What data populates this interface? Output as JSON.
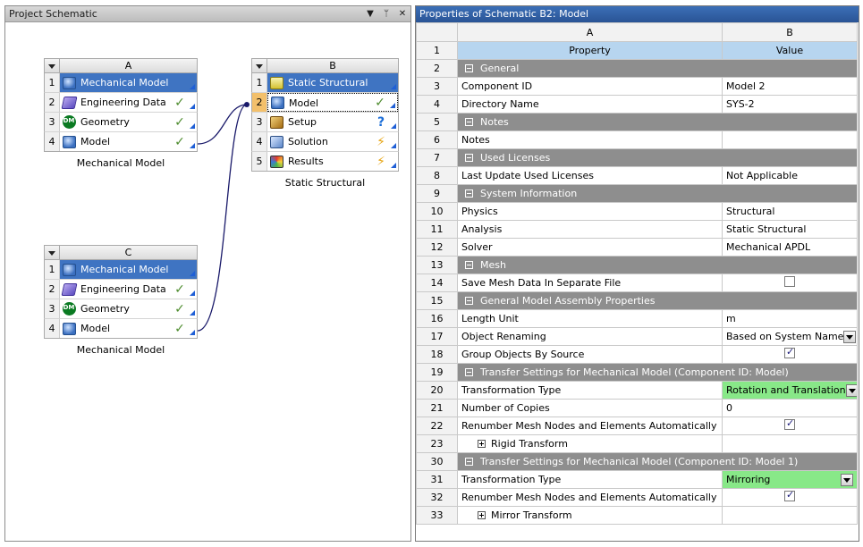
{
  "left_pane": {
    "title": "Project Schematic",
    "buttons": {
      "menu": "▼",
      "pin": "ᛘ",
      "close": "✕"
    }
  },
  "systems": [
    {
      "id": "A",
      "caption": "Mechanical Model",
      "rows": [
        {
          "num": "1",
          "icon": "mesh-icon",
          "label": "Mechanical Model",
          "status": "",
          "header": true
        },
        {
          "num": "2",
          "icon": "book-icon",
          "label": "Engineering Data",
          "status": "check"
        },
        {
          "num": "3",
          "icon": "dm-icon",
          "label": "Geometry",
          "status": "check"
        },
        {
          "num": "4",
          "icon": "mesh-icon",
          "label": "Model",
          "status": "check"
        }
      ]
    },
    {
      "id": "B",
      "caption": "Static Structural",
      "rows": [
        {
          "num": "1",
          "icon": "static-icon",
          "label": "Static Structural",
          "status": "",
          "header": true
        },
        {
          "num": "2",
          "icon": "mesh-icon",
          "label": "Model",
          "status": "check",
          "selected": true
        },
        {
          "num": "3",
          "icon": "setup-icon",
          "label": "Setup",
          "status": "question"
        },
        {
          "num": "4",
          "icon": "solution-icon",
          "label": "Solution",
          "status": "bolt"
        },
        {
          "num": "5",
          "icon": "results-icon",
          "label": "Results",
          "status": "bolt"
        }
      ]
    },
    {
      "id": "C",
      "caption": "Mechanical Model",
      "rows": [
        {
          "num": "1",
          "icon": "mesh-icon",
          "label": "Mechanical Model",
          "status": "",
          "header": true
        },
        {
          "num": "2",
          "icon": "book-icon",
          "label": "Engineering Data",
          "status": "check"
        },
        {
          "num": "3",
          "icon": "dm-icon",
          "label": "Geometry",
          "status": "check"
        },
        {
          "num": "4",
          "icon": "mesh-icon",
          "label": "Model",
          "status": "check"
        }
      ]
    }
  ],
  "status_glyphs": {
    "check": "✓",
    "question": "?",
    "bolt": "⚡"
  },
  "right_pane": {
    "title": "Properties of Schematic B2: Model",
    "col_letters": [
      "A",
      "B"
    ],
    "col_headers": {
      "property": "Property",
      "value": "Value"
    },
    "rows": [
      {
        "n": "2",
        "kind": "group",
        "label": "General"
      },
      {
        "n": "3",
        "kind": "prop",
        "label": "Component ID",
        "value": "Model 2"
      },
      {
        "n": "4",
        "kind": "prop",
        "label": "Directory Name",
        "value": "SYS-2"
      },
      {
        "n": "5",
        "kind": "group",
        "label": "Notes"
      },
      {
        "n": "6",
        "kind": "prop",
        "label": "Notes",
        "value": ""
      },
      {
        "n": "7",
        "kind": "group",
        "label": "Used Licenses"
      },
      {
        "n": "8",
        "kind": "prop",
        "label": "Last Update Used Licenses",
        "value": "Not Applicable"
      },
      {
        "n": "9",
        "kind": "group",
        "label": "System Information"
      },
      {
        "n": "10",
        "kind": "prop",
        "label": "Physics",
        "value": "Structural"
      },
      {
        "n": "11",
        "kind": "prop",
        "label": "Analysis",
        "value": "Static Structural"
      },
      {
        "n": "12",
        "kind": "prop",
        "label": "Solver",
        "value": "Mechanical APDL"
      },
      {
        "n": "13",
        "kind": "group",
        "label": "Mesh"
      },
      {
        "n": "14",
        "kind": "check",
        "label": "Save Mesh Data In Separate File",
        "checked": false
      },
      {
        "n": "15",
        "kind": "group",
        "label": "General Model Assembly Properties"
      },
      {
        "n": "16",
        "kind": "prop",
        "label": "Length Unit",
        "value": "m"
      },
      {
        "n": "17",
        "kind": "dropdown",
        "label": "Object Renaming",
        "value": "Based on System Name",
        "green": false
      },
      {
        "n": "18",
        "kind": "check",
        "label": "Group Objects By Source",
        "checked": true
      },
      {
        "n": "19",
        "kind": "group",
        "label": "Transfer Settings for Mechanical Model (Component ID: Model)"
      },
      {
        "n": "20",
        "kind": "dropdown",
        "label": "Transformation Type",
        "value": "Rotation and Translation",
        "green": true
      },
      {
        "n": "21",
        "kind": "prop",
        "label": "Number of Copies",
        "value": "0"
      },
      {
        "n": "22",
        "kind": "check",
        "label": "Renumber Mesh Nodes and Elements Automatically",
        "checked": true
      },
      {
        "n": "23",
        "kind": "sub",
        "label": "Rigid Transform"
      },
      {
        "n": "30",
        "kind": "group",
        "label": "Transfer Settings for Mechanical Model (Component ID: Model 1)"
      },
      {
        "n": "31",
        "kind": "dropdown",
        "label": "Transformation Type",
        "value": "Mirroring",
        "green": true
      },
      {
        "n": "32",
        "kind": "check",
        "label": "Renumber Mesh Nodes and Elements Automatically",
        "checked": true
      },
      {
        "n": "33",
        "kind": "sub",
        "label": "Mirror Transform"
      }
    ]
  }
}
